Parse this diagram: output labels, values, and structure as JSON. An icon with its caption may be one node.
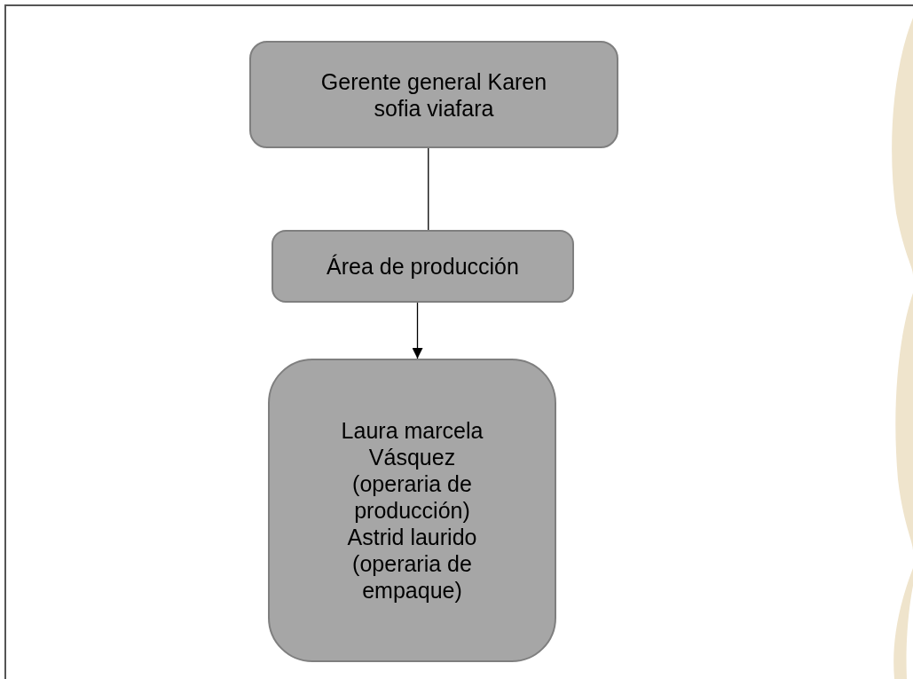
{
  "diagram": {
    "nodes": [
      {
        "text": [
          "Gerente general Karen sofia viafara"
        ]
      },
      {
        "text": [
          "Área de producción"
        ]
      },
      {
        "text": [
          "Laura marcela Vásquez (operaria de producción) Astrid laurido (operaria de empaque)"
        ]
      }
    ],
    "edges": [
      {
        "from": 0,
        "to": 1,
        "arrow": "none"
      },
      {
        "from": 1,
        "to": 2,
        "arrow": "to"
      }
    ]
  }
}
